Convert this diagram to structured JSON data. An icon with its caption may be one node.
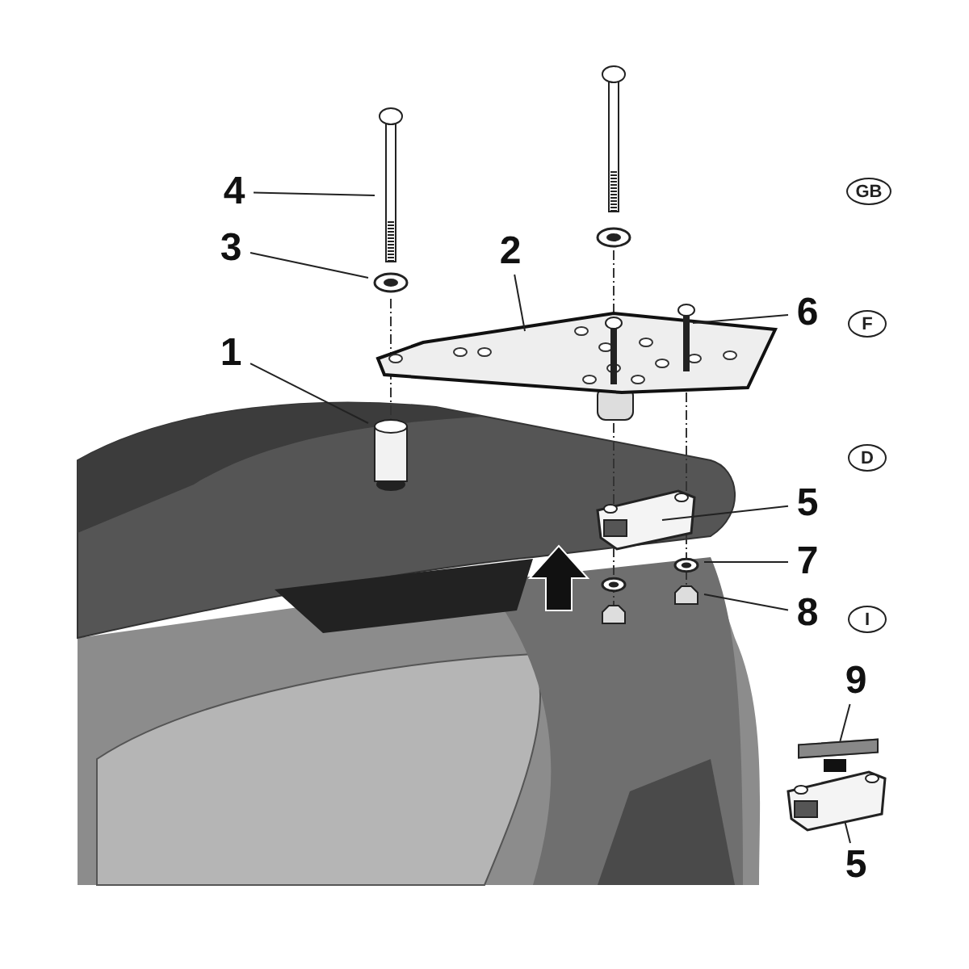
{
  "diagram": {
    "nodes": [
      {
        "text": [
          "4"
        ]
      },
      {
        "text": [
          "3"
        ]
      },
      {
        "text": [
          "2"
        ]
      },
      {
        "text": [
          "1"
        ]
      },
      {
        "text": [
          "6"
        ]
      },
      {
        "text": [
          "5"
        ]
      },
      {
        "text": [
          "7"
        ]
      },
      {
        "text": [
          "8"
        ]
      },
      {
        "text": [
          "9"
        ]
      },
      {
        "text": [
          "5"
        ]
      },
      {
        "text": [
          "GB"
        ]
      },
      {
        "text": [
          "F"
        ]
      },
      {
        "text": [
          "D"
        ]
      },
      {
        "text": [
          "I"
        ]
      },
      {
        "text": [],
        "shape": "bar"
      },
      {
        "text": [],
        "shape": "picture"
      }
    ],
    "edges": [
      {
        "from": 0,
        "to": null,
        "arrow": "none"
      },
      {
        "from": 1,
        "to": null,
        "arrow": "none"
      },
      {
        "from": 2,
        "to": null,
        "arrow": "none"
      },
      {
        "from": 3,
        "to": null,
        "arrow": "none"
      },
      {
        "from": 4,
        "to": null,
        "arrow": "none"
      },
      {
        "from": 5,
        "to": null,
        "arrow": "none"
      },
      {
        "from": 6,
        "to": null,
        "arrow": "none"
      },
      {
        "from": 7,
        "to": null,
        "arrow": "none"
      },
      {
        "from": 8,
        "to": 14,
        "arrow": "none"
      },
      {
        "from": 9,
        "to": 15,
        "arrow": "none"
      }
    ]
  }
}
